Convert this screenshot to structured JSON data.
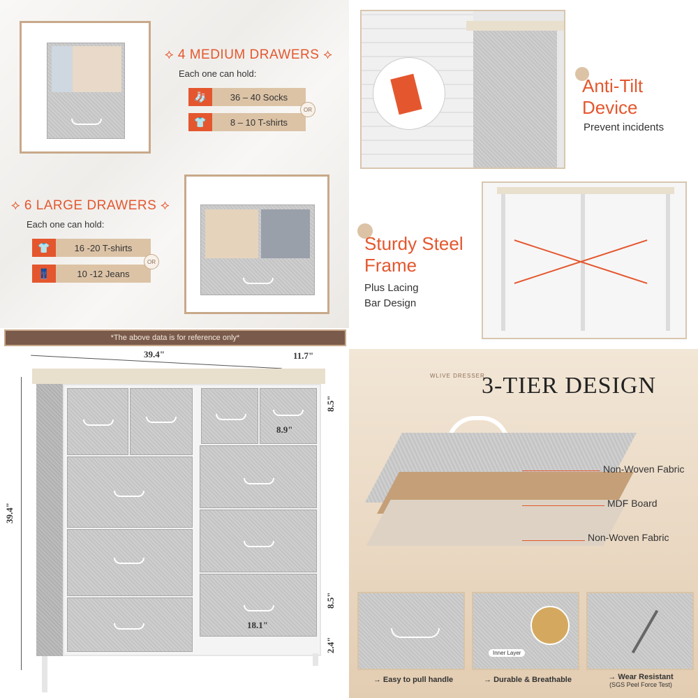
{
  "medium": {
    "title": "4 MEDIUM DRAWERS",
    "subtitle": "Each one can hold:",
    "options": [
      {
        "icon": "socks-icon",
        "text": "36 – 40 Socks"
      },
      {
        "icon": "tshirt-icon",
        "text": "8 – 10 T-shirts"
      }
    ],
    "or": "OR"
  },
  "large": {
    "title": "6 LARGE DRAWERS",
    "subtitle": "Each one can hold:",
    "options": [
      {
        "icon": "tshirt-icon",
        "text": "16 -20 T-shirts"
      },
      {
        "icon": "jeans-icon",
        "text": "10 -12 Jeans"
      }
    ],
    "or": "OR"
  },
  "anti_tilt": {
    "title_line1": "Anti-Tilt",
    "title_line2": "Device",
    "subtitle": "Prevent incidents"
  },
  "steel": {
    "title_line1": "Sturdy Steel",
    "title_line2": "Frame",
    "subtitle_line1": "Plus Lacing",
    "subtitle_line2": "Bar Design"
  },
  "banner": "*The above data is for reference only*",
  "dimensions": {
    "width": "39.4\"",
    "depth": "11.7\"",
    "height": "39.4\"",
    "medium_height": "8.5\"",
    "large_height": "8.5\"",
    "leg_height": "2.4\"",
    "medium_width": "8.9\"",
    "large_width": "18.1\""
  },
  "tier": {
    "brand": "WLIVE DRESSER",
    "title": "3-TIER DESIGN",
    "layers": [
      "Non-Woven Fabric",
      "MDF Board",
      "Non-Woven Fabric"
    ],
    "inner_layer": "Inner Layer",
    "features": [
      {
        "label": "Easy to pull handle",
        "sub": ""
      },
      {
        "label": "Durable & Breathable",
        "sub": ""
      },
      {
        "label": "Wear Resistant",
        "sub": "(SGS Peel Force Test)"
      }
    ]
  },
  "colors": {
    "accent": "#e4572e",
    "tan": "#dcc3a6",
    "banner": "#7a5a4a"
  }
}
